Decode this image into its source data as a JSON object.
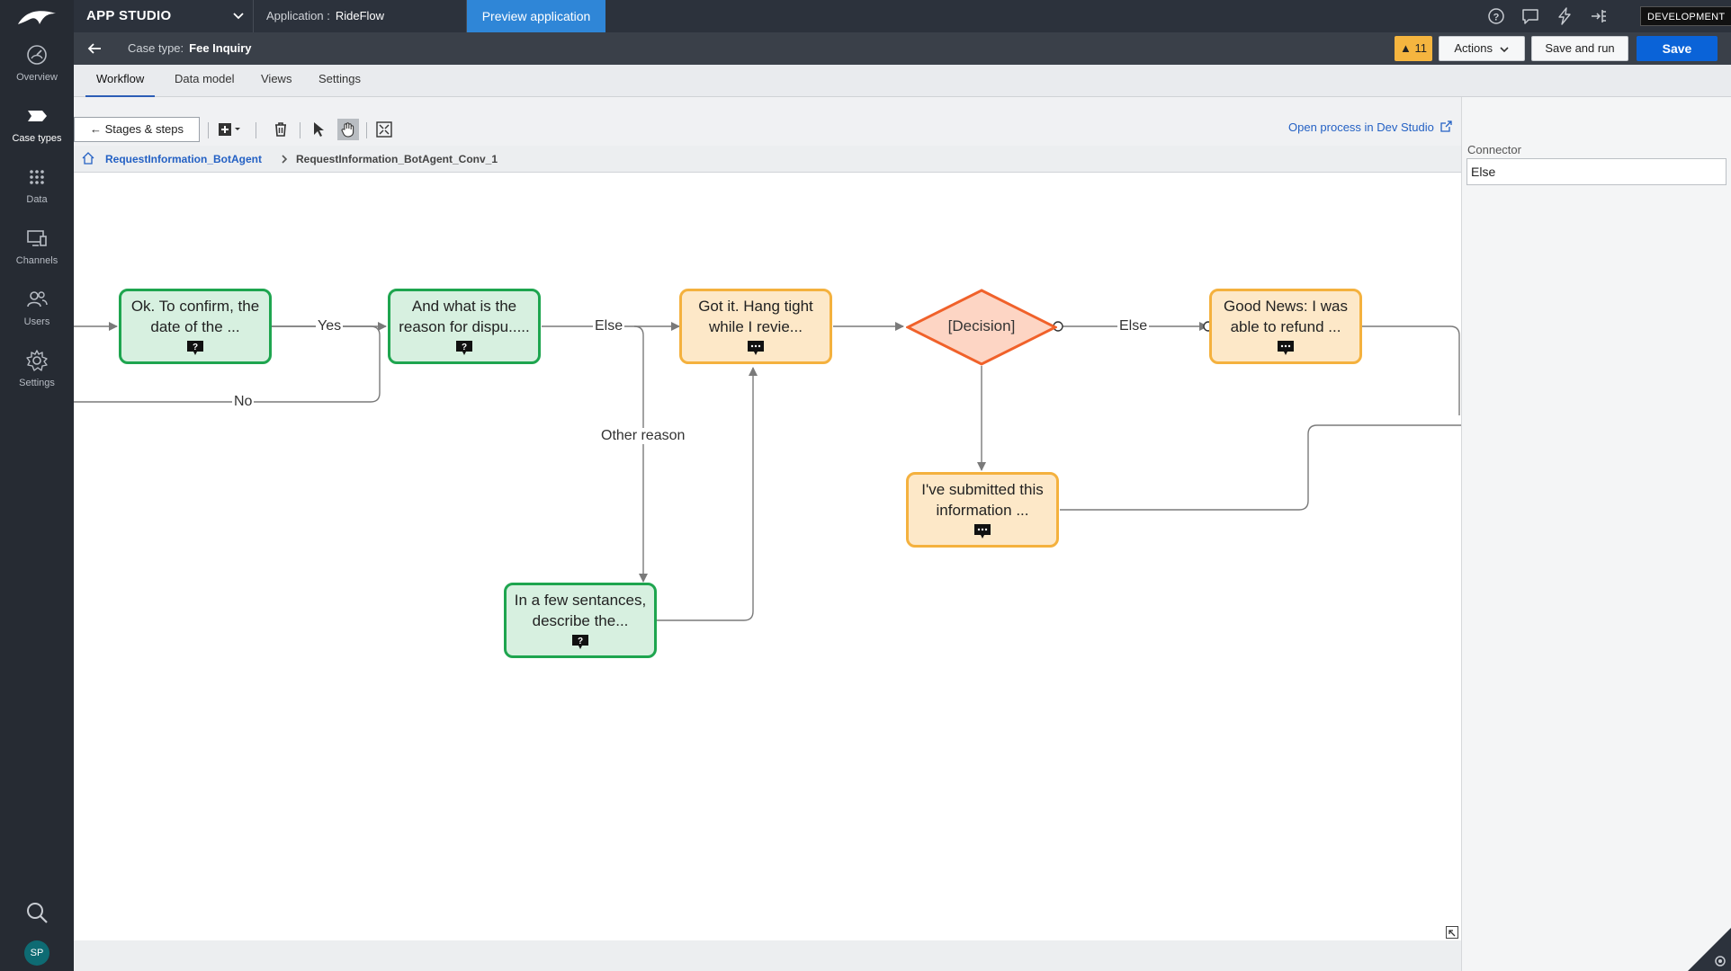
{
  "topbar": {
    "app_studio": "APP STUDIO",
    "application_label": "Application :",
    "application_name": "RideFlow",
    "preview_button": "Preview application",
    "environment_badge": "DEVELOPMENT",
    "icons": [
      "help-icon",
      "chat-icon",
      "lightning-icon",
      "tree-icon"
    ]
  },
  "leftnav": {
    "items": [
      {
        "label": "Overview",
        "icon": "gauge-icon"
      },
      {
        "label": "Case types",
        "icon": "case-type-icon"
      },
      {
        "label": "Data",
        "icon": "grid-dots-icon"
      },
      {
        "label": "Channels",
        "icon": "devices-icon"
      },
      {
        "label": "Users",
        "icon": "users-icon"
      },
      {
        "label": "Settings",
        "icon": "gear-icon"
      }
    ],
    "avatar_initials": "SP"
  },
  "casebar": {
    "case_type_label": "Case type:",
    "case_type_name": "Fee Inquiry",
    "warning_count": "11",
    "actions_label": "Actions",
    "save_and_run_label": "Save and run",
    "save_label": "Save"
  },
  "tabs": [
    {
      "label": "Workflow",
      "active": true
    },
    {
      "label": "Data model",
      "active": false
    },
    {
      "label": "Views",
      "active": false
    },
    {
      "label": "Settings",
      "active": false
    }
  ],
  "toolbar": {
    "stages_button": "Stages & steps",
    "dev_studio_link": "Open process in Dev Studio"
  },
  "breadcrumb": {
    "parent": "RequestInformation_BotAgent",
    "current": "RequestInformation_BotAgent_Conv_1"
  },
  "flow": {
    "nodes": [
      {
        "id": "confirm",
        "text": "Ok. To confirm, the date of the ...",
        "type": "question"
      },
      {
        "id": "reason",
        "text": "And what is the reason for dispu.....",
        "type": "question"
      },
      {
        "id": "hang",
        "text": "Got it. Hang tight while I revie...",
        "type": "message"
      },
      {
        "id": "decision",
        "text": "[Decision]",
        "type": "decision"
      },
      {
        "id": "goodnews",
        "text": "Good News: I was able to refund ...",
        "type": "message"
      },
      {
        "id": "submitted",
        "text": "I've submitted this information ...",
        "type": "message"
      },
      {
        "id": "describe",
        "text": "In a few sentances, describe the...",
        "type": "question"
      }
    ],
    "labels": {
      "yes": "Yes",
      "no": "No",
      "else1": "Else",
      "else2": "Else",
      "other": "Other reason"
    }
  },
  "rightpanel": {
    "connector_label": "Connector",
    "connector_value": "Else"
  },
  "colors": {
    "question_fill": "#d7f0e0",
    "question_border": "#1ea54f",
    "message_fill": "#fde8c8",
    "message_border": "#f4b13e",
    "decision_fill": "#fdd5c4",
    "decision_border": "#f0612a",
    "primary": "#0a63d8"
  }
}
